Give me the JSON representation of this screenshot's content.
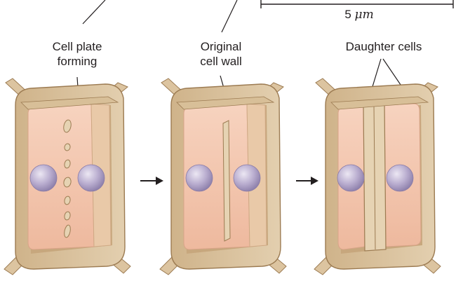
{
  "scale_bar": {
    "label_value": "5",
    "label_unit": "μm"
  },
  "labels": {
    "cell_plate": [
      "Cell plate",
      "forming"
    ],
    "original_wall": [
      "Original",
      "cell wall"
    ],
    "daughter": [
      "Daughter cells"
    ]
  },
  "stages": [
    {
      "id": "cell-plate-forming",
      "vesicles": 7
    },
    {
      "id": "plate-complete",
      "vesicles": 0
    },
    {
      "id": "daughter-cells",
      "vesicles": 0
    }
  ],
  "colors": {
    "wall_fill": "#dcc4a0",
    "wall_stroke": "#9c7b52",
    "cytoplasm": "#f2c6ae",
    "nucleus": "#b7aacb",
    "arrow": "#231f20"
  }
}
